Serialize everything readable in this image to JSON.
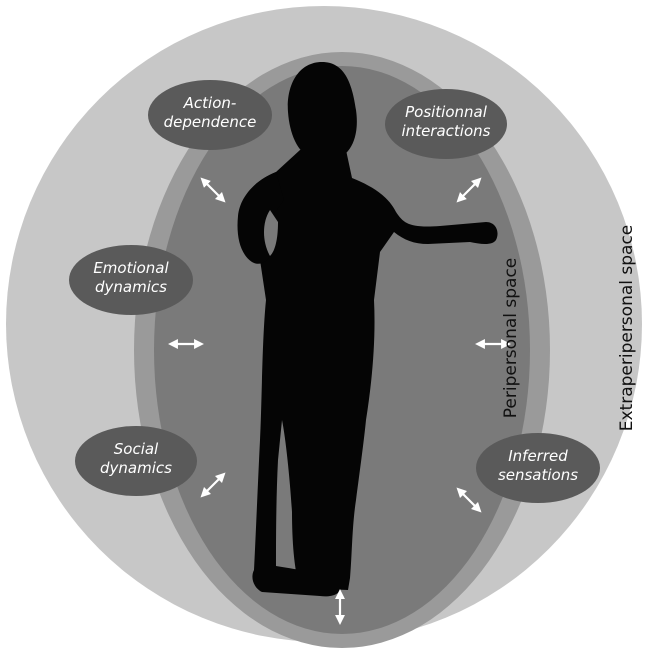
{
  "diagram": {
    "zones": {
      "extrapersonal": {
        "label": "Extraperipersonal space",
        "color": "#c7c7c7"
      },
      "peripersonal_ring": {
        "color": "#9a9a9a"
      },
      "peripersonal": {
        "label": "Peripersonal space",
        "color": "#7a7a7a"
      },
      "figure_color": "#050505"
    },
    "bubbles": [
      {
        "id": "action-dependence",
        "lines": [
          "Action-",
          "dependence"
        ]
      },
      {
        "id": "positional-interactions",
        "lines": [
          "Positionnal",
          "interactions"
        ]
      },
      {
        "id": "emotional-dynamics",
        "lines": [
          "Emotional",
          "dynamics"
        ]
      },
      {
        "id": "social-dynamics",
        "lines": [
          "Social",
          "dynamics"
        ]
      },
      {
        "id": "inferred-sensations",
        "lines": [
          "Inferred",
          "sensations"
        ]
      }
    ],
    "bubble_color": "#5a5a5a",
    "arrow_color": "#ffffff"
  }
}
